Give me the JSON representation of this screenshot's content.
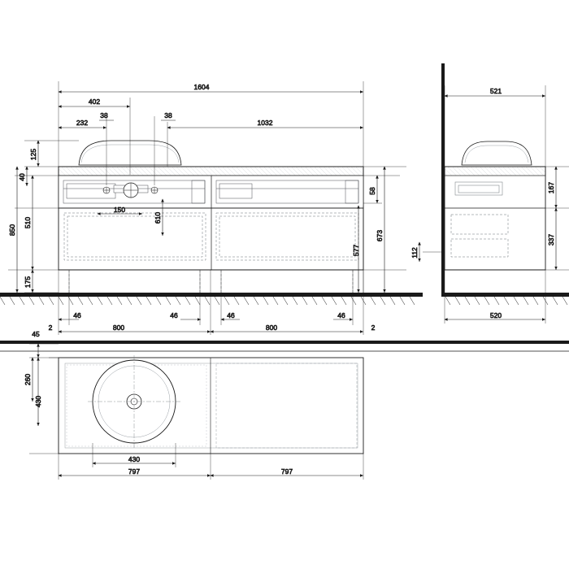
{
  "drawing": {
    "title": "Bathroom vanity unit technical drawing",
    "views": [
      "front-elevation",
      "side-elevation",
      "top-plan"
    ],
    "line_color": "#1a1a1a",
    "fill_color": "#ffffff",
    "hatch_color": "#b9bcc0"
  },
  "front_view": {
    "dimensions": {
      "overall_width": "1604",
      "left_offset": "402",
      "tap_hole_a": "38",
      "tap_hole_b": "38",
      "edge_232": "232",
      "right_span": "1032",
      "basin_height": "125",
      "top_band": "40",
      "drawer_upper": "510",
      "total_height": "850",
      "leg_gap": "175",
      "sink_center": "150",
      "drawer_inner": "610",
      "handle_58": "58",
      "dim_577": "577",
      "dim_673": "673",
      "foot_left": "46",
      "foot_mid_l": "46",
      "foot_mid_r": "46",
      "foot_right": "46",
      "base_left": "2",
      "base_800_left": "800",
      "base_800_right": "800",
      "base_right": "2"
    }
  },
  "side_view": {
    "dimensions": {
      "depth_top": "521",
      "depth_bottom": "520",
      "upper_height": "167",
      "lower_height": "337",
      "toe_112": "112"
    }
  },
  "plan_view": {
    "dimensions": {
      "front_45": "45",
      "basin_260": "260",
      "depth_430": "430",
      "basin_dia_430": "430",
      "panel_797_left": "797",
      "panel_797_right": "797"
    }
  }
}
